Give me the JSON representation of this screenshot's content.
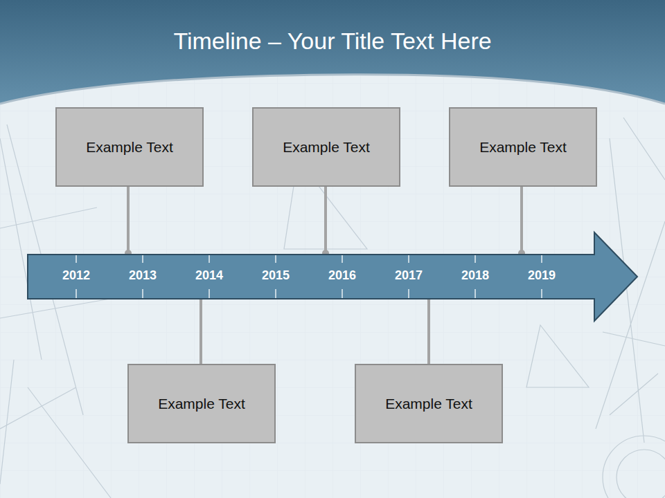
{
  "diagram": {
    "title": "Timeline – Your Title Text Here",
    "nodes": [
      {
        "text": [
          "Example Text"
        ]
      },
      {
        "text": [
          "Example Text"
        ]
      },
      {
        "text": [
          "Example Text"
        ]
      },
      {
        "text": [
          "Example Text"
        ]
      },
      {
        "text": [
          "Example Text"
        ]
      }
    ],
    "labels": [
      "2012",
      "2013",
      "2014",
      "2015",
      "2016",
      "2017",
      "2018",
      "2019"
    ]
  }
}
